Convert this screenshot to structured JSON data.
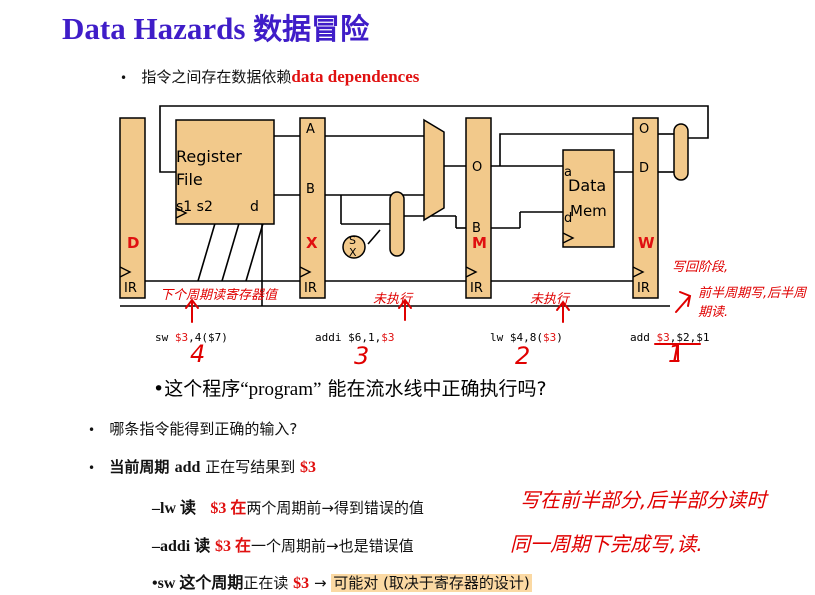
{
  "title": {
    "en": "Data Hazards",
    "cn": "数据冒险"
  },
  "bullet1": {
    "prefix": "指令之间存在数据依赖",
    "term": "data dependences"
  },
  "pipeline": {
    "regfile": {
      "line1": "Register",
      "line2": "File",
      "ports": "s1 s2",
      "dest": "d"
    },
    "dmem": {
      "line1": "Data",
      "line2": "Mem",
      "a": "a",
      "d": "d"
    },
    "latch_labels": {
      "D": "D",
      "X": "X",
      "M": "M",
      "W": "W"
    },
    "ir": "IR",
    "ports": {
      "A": "A",
      "B": "B",
      "O": "O",
      "B2": "B",
      "O2": "O",
      "D": "D"
    },
    "sx": "S\nX",
    "instructions": [
      {
        "pre": "sw ",
        "reg": "$3",
        "post": ",4($7)"
      },
      {
        "pre": "addi $6,1,",
        "reg": "$3",
        "post": ""
      },
      {
        "pre": "lw $4,8(",
        "reg": "$3",
        "post": ")"
      },
      {
        "pre": "add ",
        "reg": "$3",
        "post": ",$2,$1"
      }
    ]
  },
  "question": {
    "lead": "•这个程序",
    "term": "“program”",
    "rest": " 能在流水线中正确执行吗?"
  },
  "bullet2": "哪条指令能得到正确的输入?",
  "bullet3": {
    "a": "当前周期 ",
    "b": "add",
    "c": " 正在写结果到 ",
    "d": "$3"
  },
  "sub1": {
    "a": "–lw 读",
    "b": "$3 在",
    "c": "两个周期前→得到错误的值"
  },
  "sub2": {
    "a": "–addi 读",
    "b": "$3 在",
    "c": "一个周期前→也是错误值"
  },
  "sub3": {
    "a": "•sw 这个周期",
    "b": "正在读 ",
    "c": "$3",
    "d": " → ",
    "e": "可能对 (取决于寄存器的设计)"
  },
  "handwriting": {
    "n4": "4",
    "n3": "3",
    "n2": "2",
    "n1": "1",
    "note_left": "下个周期读寄存器值",
    "note_a": "未执行",
    "note_b": "未执行",
    "note_right1": "写回阶段,",
    "note_right2": "前半周期写,后半周期读.",
    "note_bottom1": "写在前半部分,后半部分读时",
    "note_bottom2": "同一周期下完成写,读."
  }
}
